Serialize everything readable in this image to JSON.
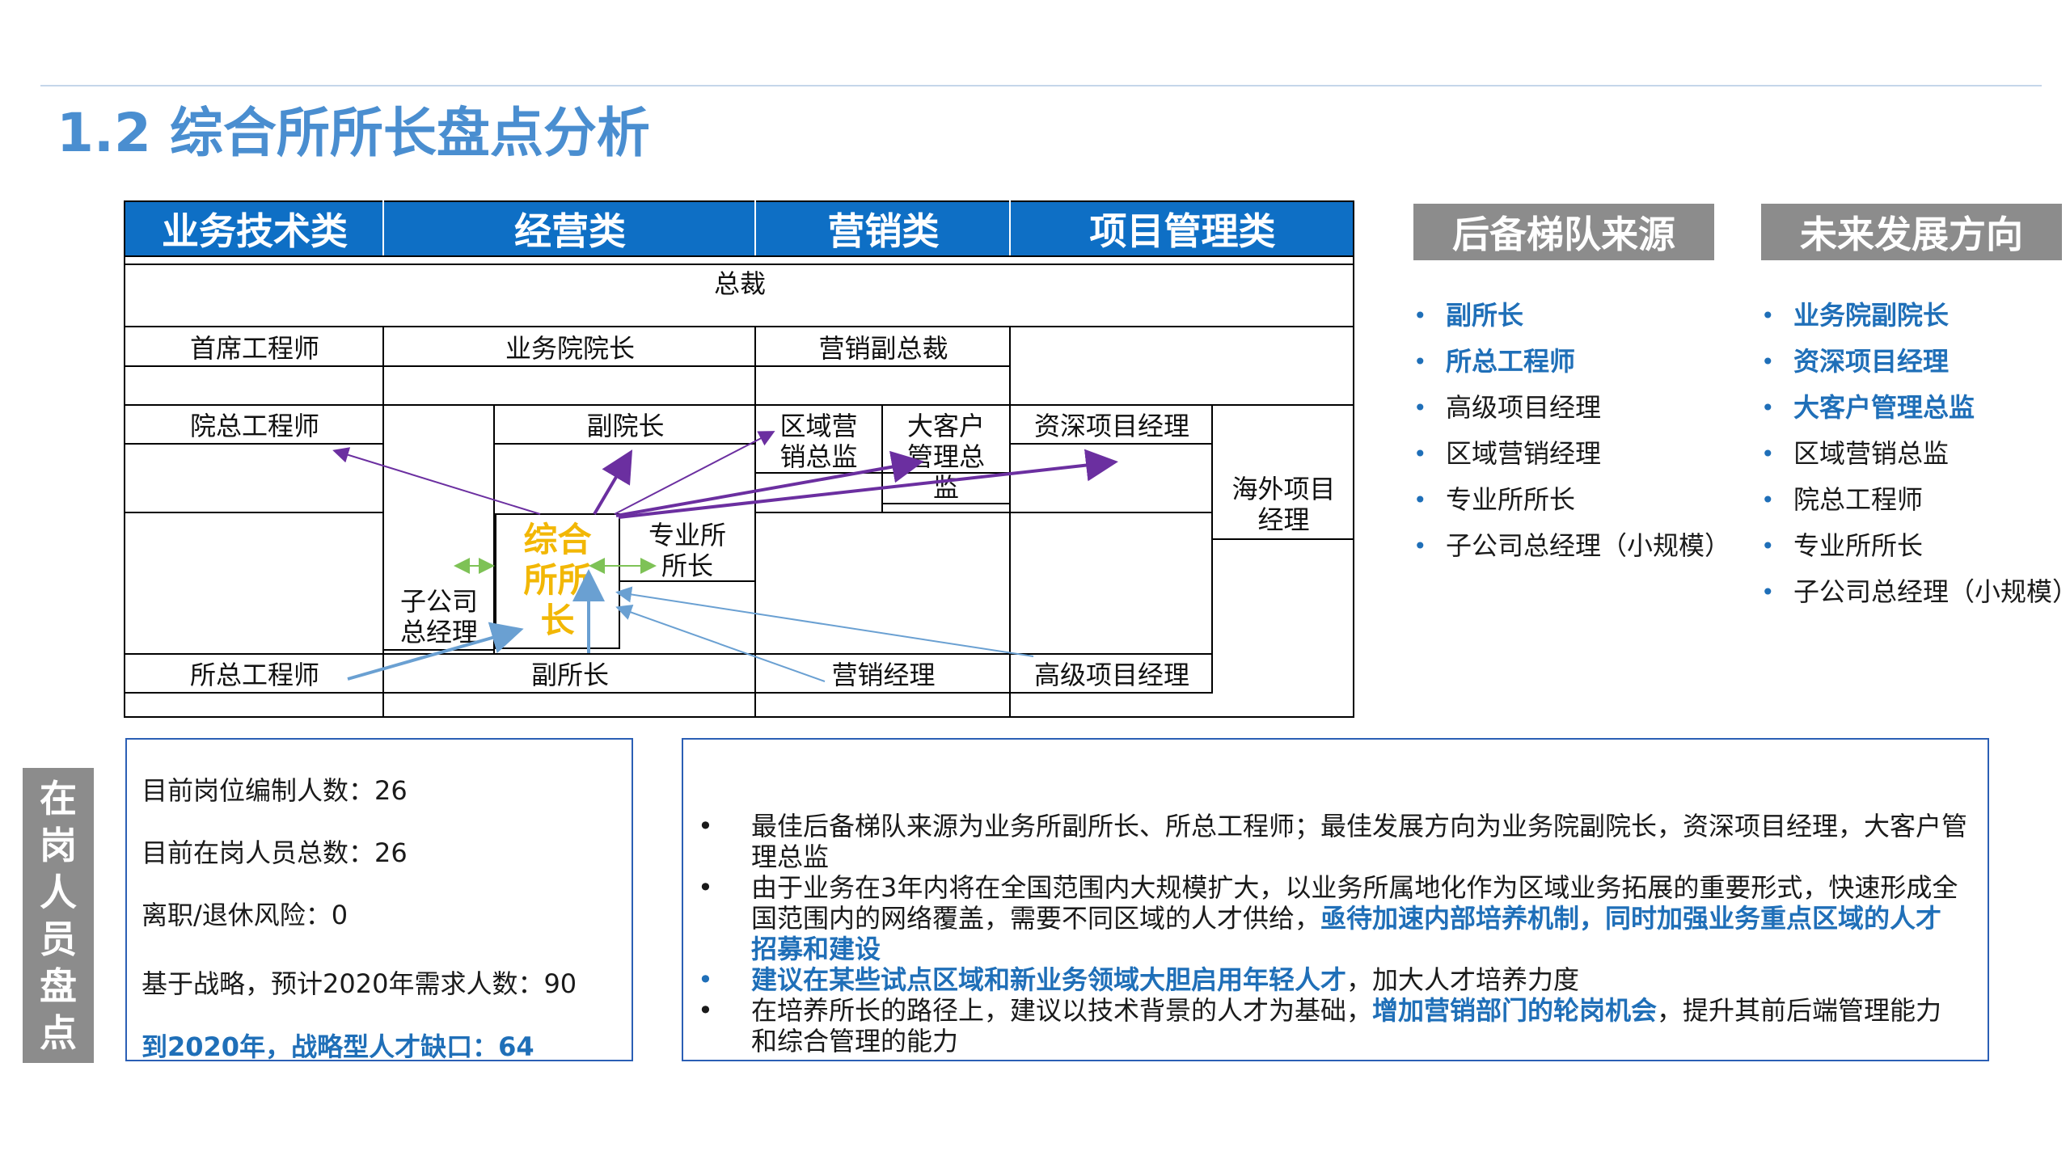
{
  "title": "1.2 综合所所长盘点分析",
  "org_chart": {
    "headers": [
      "业务技术类",
      "经营类",
      "营销类",
      "项目管理类"
    ],
    "top": "总裁",
    "row1": {
      "c1": "首席工程师",
      "c2": "业务院院长",
      "c3": "营销副总裁"
    },
    "row2": {
      "c1": "院总工程师",
      "c2": "副院长",
      "c3a": "区域营\n销总监",
      "c3b": "大客户\n管理总\n监",
      "c4": "资深项目经理",
      "c5": "海外项目\n经理"
    },
    "middle": {
      "sub_company": "子公司\n总经理",
      "center": "综合\n所所\n长",
      "specialist": "专业所\n所长"
    },
    "bottom": {
      "c1": "所总工程师",
      "c2": "副所长",
      "c3": "营销经理",
      "c4": "高级项目经理"
    },
    "colors": {
      "header": "#0e6fc5",
      "center_text": "#f2b705",
      "arrow_purple": "#6b2fa0",
      "arrow_blue": "#6aa0d2",
      "arrow_green": "#7ec256"
    }
  },
  "reserve": {
    "header": "后备梯队来源",
    "items": [
      {
        "text": "副所长",
        "highlight": true
      },
      {
        "text": "所总工程师",
        "highlight": true
      },
      {
        "text": "高级项目经理",
        "highlight": false
      },
      {
        "text": "区域营销经理",
        "highlight": false
      },
      {
        "text": "专业所所长",
        "highlight": false
      },
      {
        "text": "子公司总经理（小规模）",
        "highlight": false
      }
    ]
  },
  "future": {
    "header": "未来发展方向",
    "items": [
      {
        "text": "业务院副院长",
        "highlight": true
      },
      {
        "text": "资深项目经理",
        "highlight": true
      },
      {
        "text": "大客户管理总监",
        "highlight": true
      },
      {
        "text": "区域营销总监",
        "highlight": false
      },
      {
        "text": "院总工程师",
        "highlight": false
      },
      {
        "text": "专业所所长",
        "highlight": false
      },
      {
        "text": "子公司总经理（小规模）",
        "highlight": false
      }
    ]
  },
  "side_label": "在岗人员盘点",
  "stats": {
    "s1": "目前岗位编制人数：26",
    "s2": "目前在岗人员总数：26",
    "s3": "离职/退休风险：0",
    "s4": "基于战略，预计2020年需求人数：90",
    "s5": "到2020年，战略型人才缺口：64"
  },
  "summary": {
    "b1": "最佳后备梯队来源为业务所副所长、所总工程师；最佳发展方向为业务院副院长，资深项目经理，大客户管理总监",
    "b2_plain": "由于业务在3年内将在全国范围内大规模扩大，以业务所属地化作为区域业务拓展的重要形式，快速形成全国范围内的网络覆盖，需要不同区域的人才供给，",
    "b2_bold": "亟待加速内部培养机制，同时加强业务重点区域的人才招募和建设",
    "b3_bold": "建议在某些试点区域和新业务领域大胆启用年轻人才",
    "b3_plain": "，加大人才培养力度",
    "b4_plain1": "在培养所长的路径上，建议以技术背景的人才为基础，",
    "b4_bold": "增加营销部门的轮岗机会",
    "b4_plain2": "，提升其前后端管理能力和综合管理的能力"
  }
}
